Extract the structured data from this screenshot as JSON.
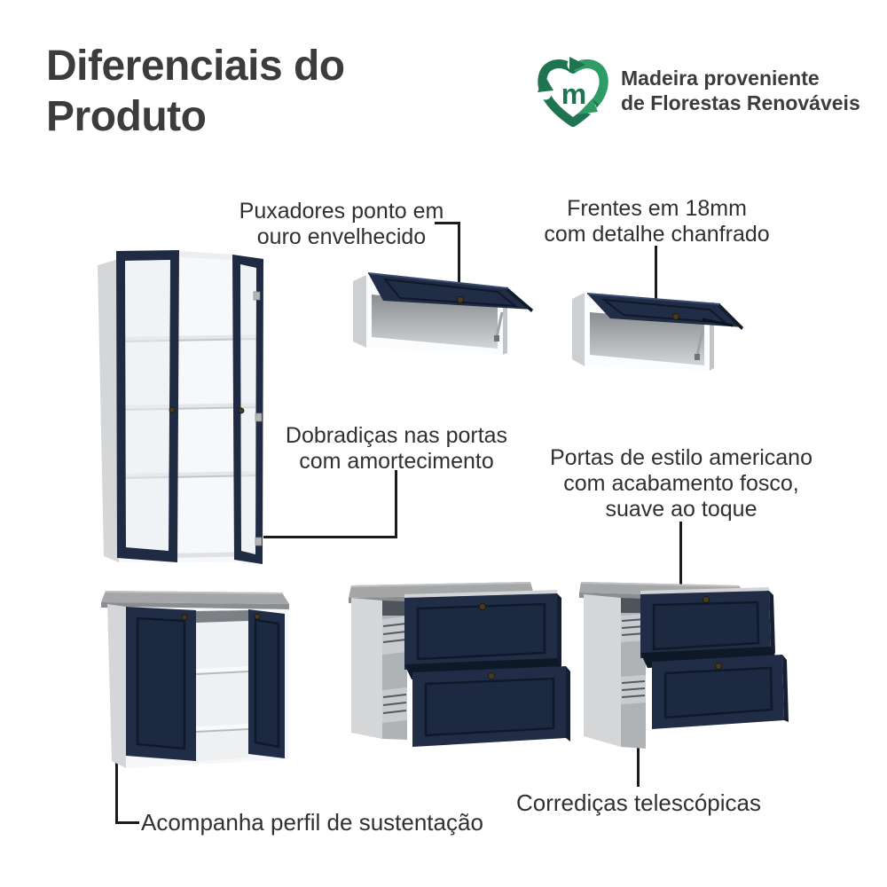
{
  "header": {
    "title": "Diferenciais do Produto"
  },
  "badge": {
    "logo_letter": "m",
    "line1": "Madeira proveniente",
    "line2": "de Florestas Renováveis"
  },
  "callouts": {
    "puxadores": {
      "line1": "Puxadores ponto em",
      "line2": "ouro envelhecido"
    },
    "frentes": {
      "line1": "Frentes em 18mm",
      "line2": "com detalhe chanfrado"
    },
    "dobradicas": {
      "line1": "Dobradiças nas portas",
      "line2": "com amortecimento"
    },
    "portas": {
      "line1": "Portas de estilo americano",
      "line2": "com acabamento fosco,",
      "line3": "suave ao toque"
    },
    "perfil": {
      "line1": "Acompanha perfil de sustentação"
    },
    "corredicas": {
      "line1": "Corrediças telescópicas"
    }
  },
  "illustration_names": [
    "tall-glass-cabinet",
    "wall-cabinet-flip-door-left",
    "wall-cabinet-flip-door-right",
    "base-cabinet-two-doors",
    "drawer-cabinet-left",
    "drawer-cabinet-right"
  ],
  "icons": {
    "logo": "recycle-heart-logo"
  },
  "colors": {
    "title_text": "#3c3c3e",
    "callout_text": "#303032",
    "connector_line": "#1b1b1b",
    "navy_door": "#212d46",
    "navy_panel": "#1d2940",
    "navy_groove": "#0e1929",
    "body_white": "#f7f8fa",
    "body_side_gray": "#d4d6d8",
    "countertop_gray": "#a4a6a8",
    "countertop_edge": "#8b8d90",
    "knob_gold": "#4a3a1c",
    "logo_green_dark": "#1e7450",
    "logo_green_light": "#2e9c64"
  }
}
